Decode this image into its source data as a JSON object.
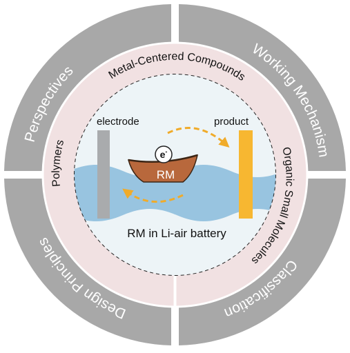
{
  "outer_ring": {
    "quadrants": [
      {
        "id": "perspectives",
        "label": "Perspectives"
      },
      {
        "id": "working-mechanism",
        "label": "Working Mechanism"
      },
      {
        "id": "classification",
        "label": "Classification"
      },
      {
        "id": "design-principles",
        "label": "Design Principles"
      }
    ]
  },
  "middle_ring": {
    "segments": [
      {
        "id": "metal-centered",
        "label": "Metal-Centered Compounds"
      },
      {
        "id": "organic-small",
        "label": "Organic Small Molecules"
      },
      {
        "id": "polymers",
        "label": "Polymers"
      }
    ]
  },
  "center": {
    "electrode_label": "electrode",
    "product_label": "product",
    "electron_label": "e",
    "electron_sup": "-",
    "boat_label": "RM",
    "caption": "RM in Li-air battery"
  },
  "colors": {
    "outer_ring": "#a8a8a8",
    "middle_ring": "#f1e1e2",
    "center_bg": "#edf4f7",
    "water": "#98c4e0",
    "boat": "#b8683c",
    "electrode": "#a9abad",
    "product": "#f7b731",
    "arrow": "#f0ab2a"
  }
}
